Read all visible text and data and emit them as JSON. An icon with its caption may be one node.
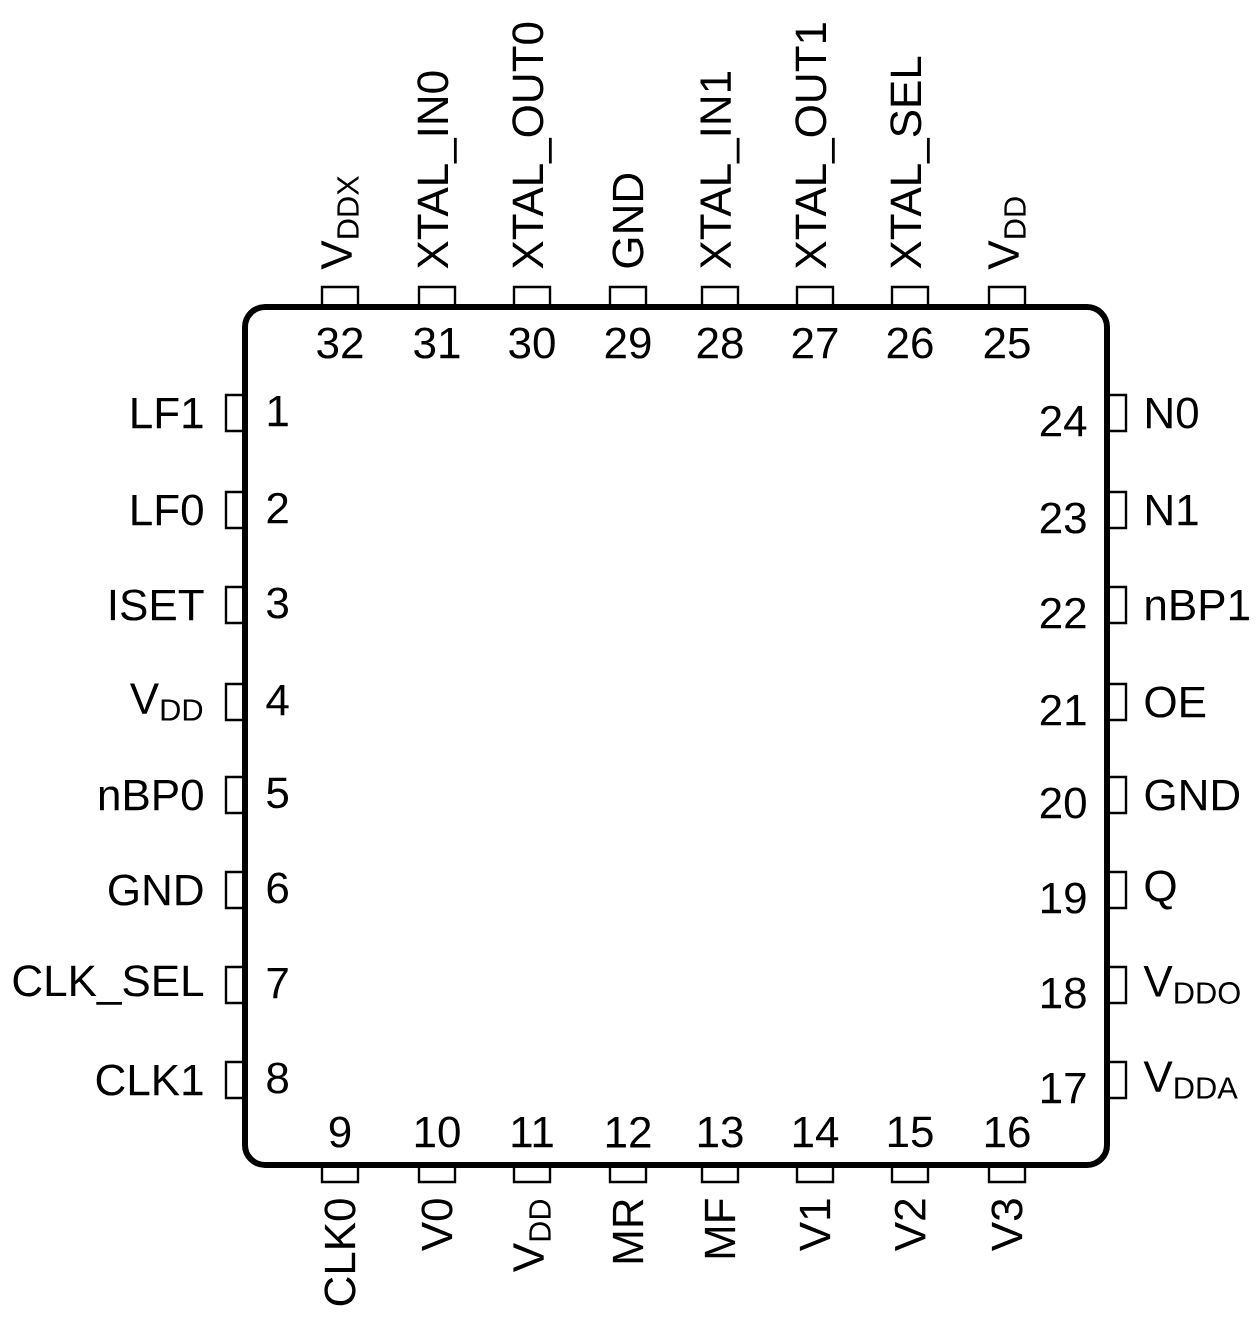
{
  "diagram": {
    "labels": [
      "V$_{DDX}$",
      "XTAL_IN0",
      "XTAL_OUT0",
      "GND",
      "XTAL_IN1",
      "XTAL_OUT1",
      "XTAL_SEL",
      "V$_{DD}$",
      "32",
      "31",
      "30",
      "29",
      "28",
      "27",
      "26",
      "25",
      "LF1",
      "1",
      "24",
      "N0",
      "LF0",
      "2",
      "23",
      "N1",
      "ISET",
      "3",
      "22",
      "nBP1",
      "V$_{DD}$",
      "4",
      "21",
      "OE",
      "nBP0",
      "5",
      "20",
      "GND",
      "GND",
      "6",
      "19",
      "Q",
      "CLK_SEL",
      "7",
      "18",
      "V$_{DDO}$",
      "CLK1",
      "8",
      "17",
      "V$_{DDA}$",
      "9",
      "10",
      "11",
      "12",
      "13",
      "14",
      "15",
      "16",
      "CLK0",
      "V0",
      "V$_{DD}$",
      "MR",
      "MF",
      "V1",
      "V2",
      "V3"
    ]
  }
}
